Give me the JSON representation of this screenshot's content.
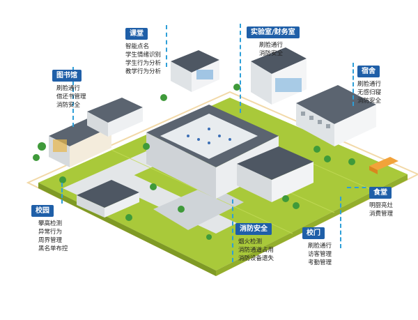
{
  "callouts": {
    "classroom": {
      "title": "课堂",
      "items": [
        "智能点名",
        "学生情绪识别",
        "学生行为分析",
        "教学行为分析"
      ]
    },
    "lab": {
      "title": "实验室/财务室",
      "items": [
        "刷脸通行",
        "消防安全"
      ]
    },
    "library": {
      "title": "图书馆",
      "items": [
        "刷脸通行",
        "借还书管理",
        "消防安全"
      ]
    },
    "dorm": {
      "title": "宿舍",
      "items": [
        "刷脸通行",
        "无感归寝",
        "消防安全"
      ]
    },
    "canteen": {
      "title": "食堂",
      "items": [
        "明厨亮灶",
        "消费管理"
      ]
    },
    "campus": {
      "title": "校园",
      "items": [
        "攀高检测",
        "异常行为",
        "周界管理",
        "黑名单布控"
      ]
    },
    "fire": {
      "title": "消防安全",
      "items": [
        "烟火检测",
        "消防通道占用",
        "消防设备遗失"
      ]
    },
    "gate": {
      "title": "校门",
      "items": [
        "刷脸通行",
        "访客管理",
        "考勤管理"
      ]
    }
  },
  "colors": {
    "tag_bg": "#1f5fa8",
    "dash": "#2e9fd8",
    "grass": "#a9c93a",
    "path": "#e3e6e8",
    "building_wall": "#e9ecef",
    "building_roof": "#5b6470"
  }
}
